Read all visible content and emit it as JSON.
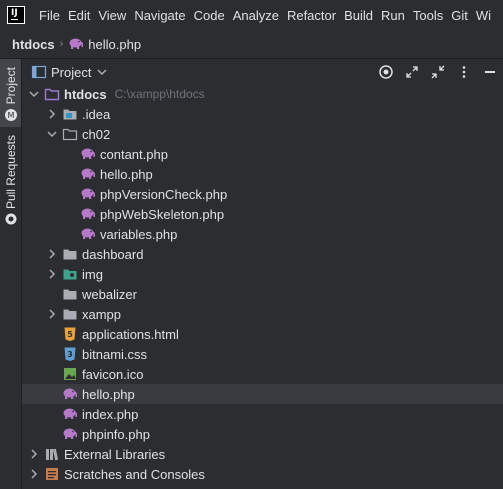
{
  "menu": [
    "File",
    "Edit",
    "View",
    "Navigate",
    "Code",
    "Analyze",
    "Refactor",
    "Build",
    "Run",
    "Tools",
    "Git",
    "Wi"
  ],
  "breadcrumb": {
    "root": "htdocs",
    "file": "hello.php"
  },
  "stripe": {
    "project": "Project",
    "pull_requests": "Pull Requests"
  },
  "panel": {
    "title": "Project"
  },
  "tree": {
    "root": {
      "name": "htdocs",
      "path": "C:\\xampp\\htdocs"
    },
    "idea": ".idea",
    "ch02": "ch02",
    "ch02_files": [
      "contant.php",
      "hello.php",
      "phpVersionCheck.php",
      "phpWebSkeleton.php",
      "variables.php"
    ],
    "dashboard": "dashboard",
    "img": "img",
    "webalizer": "webalizer",
    "xampp": "xampp",
    "applications": "applications.html",
    "bitnami": "bitnami.css",
    "favicon": "favicon.ico",
    "hello": "hello.php",
    "index": "index.php",
    "phpinfo": "phpinfo.php",
    "external": "External Libraries",
    "scratches": "Scratches and Consoles"
  },
  "colors": {
    "background": "#2b2d30",
    "selection": "#393b40",
    "text": "#dfe1e5",
    "folder": "#a9acb3",
    "php": "#b679c9",
    "root_folder": "#9b7bd4"
  }
}
